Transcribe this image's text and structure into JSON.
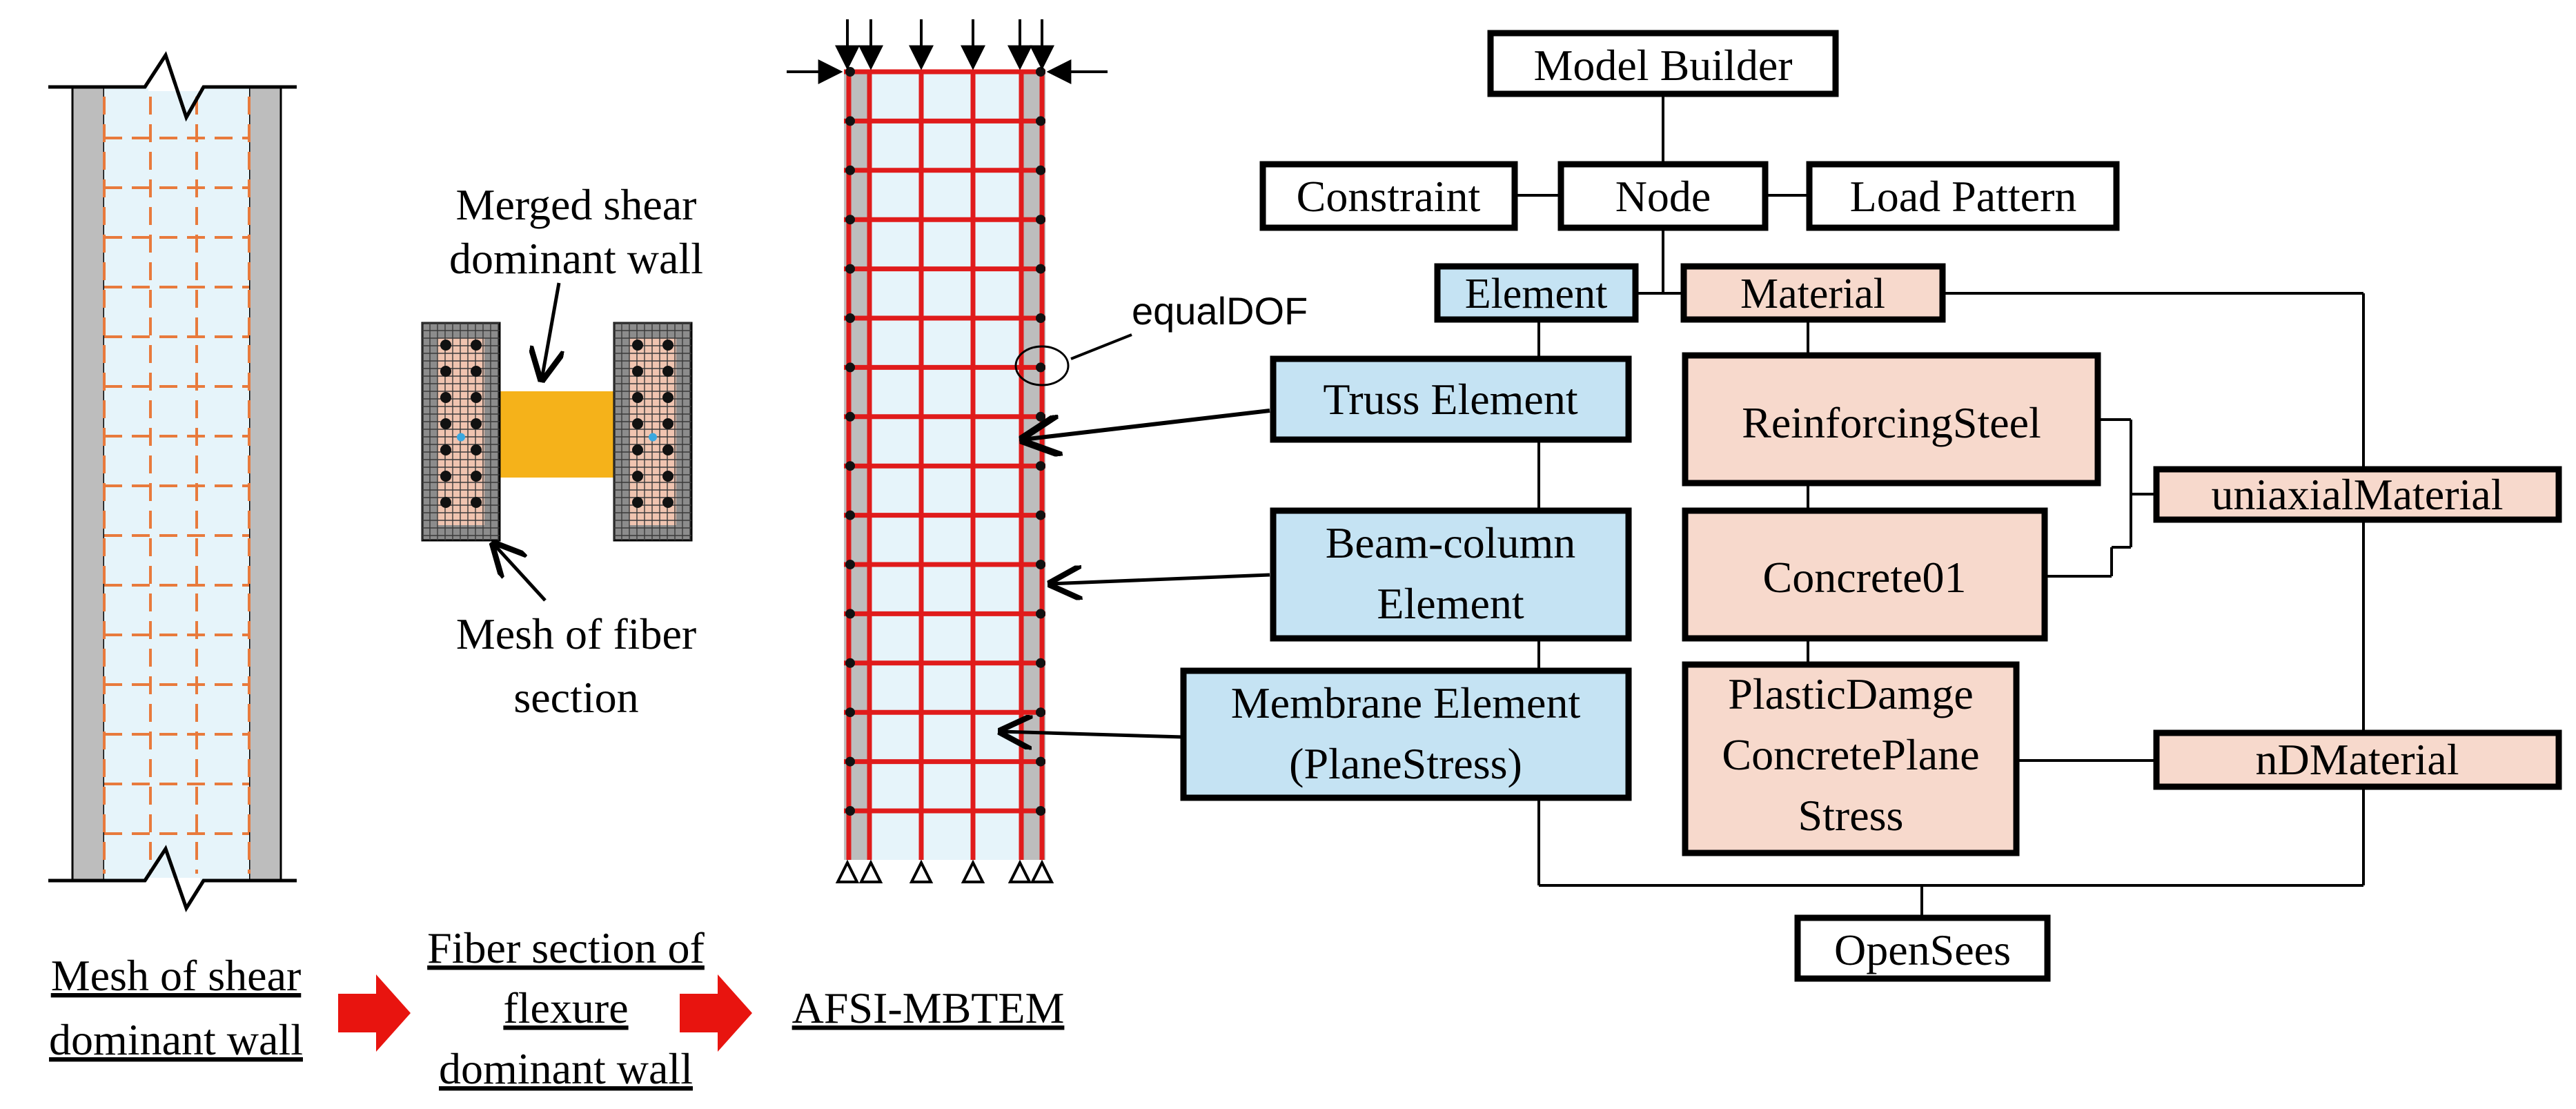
{
  "labels": {
    "merged_wall_line1": "Merged shear",
    "merged_wall_line2": "dominant wall",
    "fiber_mesh_line1": "Mesh of fiber",
    "fiber_mesh_line2": "section",
    "equal_dof": "equalDOF"
  },
  "steps": {
    "step1_line1": "Mesh of shear",
    "step1_line2": "dominant wall",
    "step2_line1": "Fiber section of",
    "step2_line2": "flexure",
    "step2_line3": "dominant wall",
    "step3": "AFSI-MBTEM"
  },
  "flowchart": {
    "model_builder": "Model Builder",
    "constraint": "Constraint",
    "node": "Node",
    "load_pattern": "Load Pattern",
    "element": "Element",
    "material": "Material",
    "truss_element": "Truss Element",
    "beam_column_line1": "Beam-column",
    "beam_column_line2": "Element",
    "membrane_line1": "Membrane Element",
    "membrane_line2": "(PlaneStress)",
    "reinforcing_steel": "ReinforcingSteel",
    "concrete01": "Concrete01",
    "plastic_line1": "PlasticDamge",
    "plastic_line2": "ConcretePlane",
    "plastic_line3": "Stress",
    "uniaxial_material": "uniaxialMaterial",
    "nd_material": "nDMaterial",
    "opensees": "OpenSees"
  },
  "colors": {
    "element_fill": "#c5e3f3",
    "material_fill": "#f7d9cc",
    "mesh_panel": "#e6f4fa",
    "mesh_dash": "#e87a3c",
    "boundary_gray": "#bdbdbd",
    "truss_red": "#e01b1b",
    "merged_orange": "#f5b21a",
    "fiber_pink": "#f0c4b0",
    "arrow_red": "#e8140f"
  }
}
